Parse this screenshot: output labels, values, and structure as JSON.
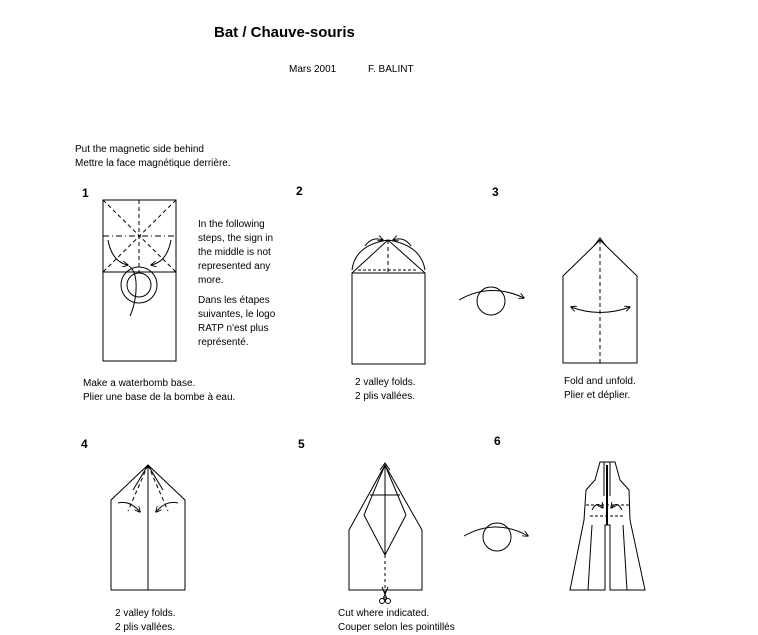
{
  "header": {
    "title": "Bat / Chauve-souris",
    "date": "Mars 2001",
    "author": "F. BALINT"
  },
  "intro": {
    "line1": "Put the magnetic side behind",
    "line2": "Mettre la face magnétique derrière."
  },
  "steps": [
    {
      "number": "1",
      "caption1": "Make a waterbomb base.",
      "caption2": "Plier une base de la bombe à eau."
    },
    {
      "number": "2",
      "caption1": "2 valley folds.",
      "caption2": "2 plis vallées."
    },
    {
      "number": "3",
      "caption1": "Fold and unfold.",
      "caption2": "Plier et déplier."
    },
    {
      "number": "4",
      "caption1": "2 valley folds.",
      "caption2": "2 plis vallées."
    },
    {
      "number": "5",
      "caption1": "Cut where indicated.",
      "caption2": "Couper selon les pointillés"
    },
    {
      "number": "6",
      "caption1": "",
      "caption2": ""
    }
  ],
  "note": {
    "en_lines": [
      "In the following",
      "steps, the sign in",
      "the middle is not",
      "represented any",
      "more."
    ],
    "fr_lines": [
      "Dans les étapes",
      "suivantes, le logo",
      "RATP n'est plus",
      "représenté."
    ]
  },
  "icons": [
    "turn-over-icon",
    "scissors-icon",
    "valley-fold-arrow-icon"
  ]
}
